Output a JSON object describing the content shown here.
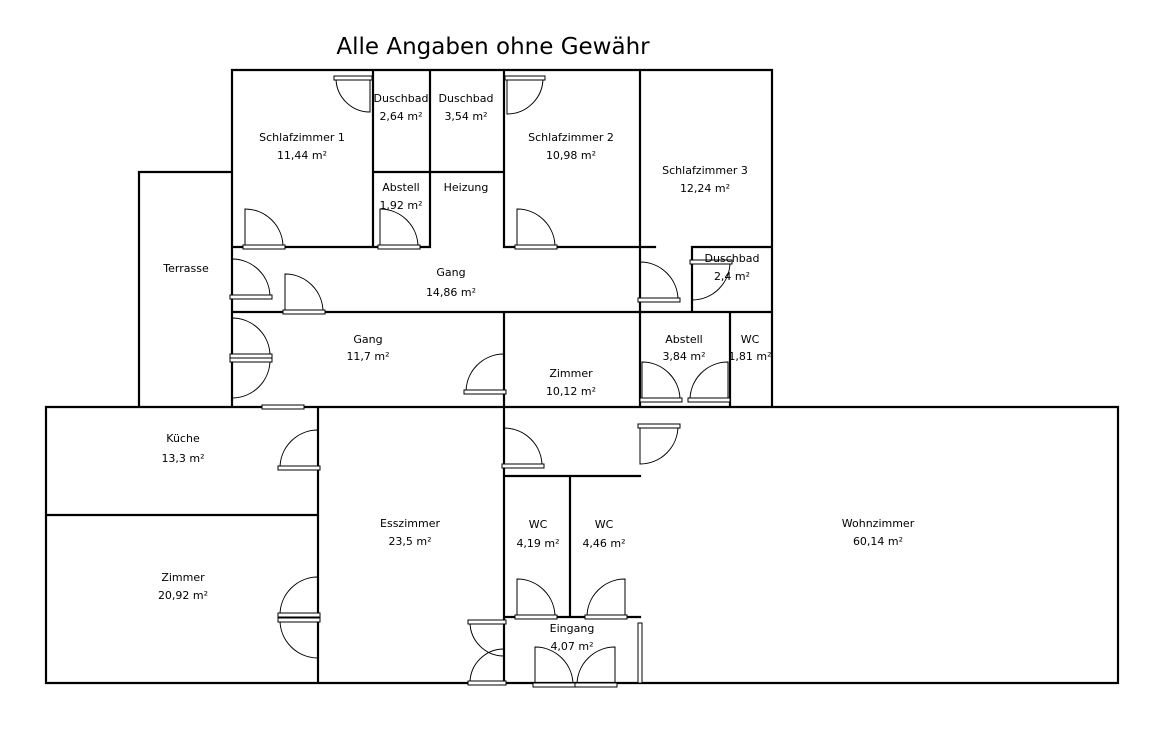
{
  "title": "Alle Angaben ohne Gewähr",
  "rooms": {
    "schlafzimmer1": {
      "name": "Schlafzimmer 1",
      "area": "11,44 m²"
    },
    "duschbad1": {
      "name": "Duschbad",
      "area": "2,64 m²"
    },
    "duschbad2": {
      "name": "Duschbad",
      "area": "3,54 m²"
    },
    "schlafzimmer2": {
      "name": "Schlafzimmer 2",
      "area": "10,98 m²"
    },
    "schlafzimmer3": {
      "name": "Schlafzimmer 3",
      "area": "12,24 m²"
    },
    "abstell1": {
      "name": "Abstell",
      "area": "1,92 m²"
    },
    "heizung": {
      "name": "Heizung"
    },
    "terrasse": {
      "name": "Terrasse"
    },
    "gang1": {
      "name": "Gang",
      "area": "14,86 m²"
    },
    "duschbad3": {
      "name": "Duschbad",
      "area": "2,4 m²"
    },
    "gang2": {
      "name": "Gang",
      "area": "11,7 m²"
    },
    "zimmer1": {
      "name": "Zimmer",
      "area": "10,12 m²"
    },
    "abstell2": {
      "name": "Abstell",
      "area": "3,84 m²"
    },
    "wc1": {
      "name": "WC",
      "area": "1,81 m²"
    },
    "kueche": {
      "name": "Küche",
      "area": "13,3 m²"
    },
    "zimmer2": {
      "name": "Zimmer",
      "area": "20,92 m²"
    },
    "esszimmer": {
      "name": "Esszimmer",
      "area": "23,5 m²"
    },
    "wc2": {
      "name": "WC",
      "area": "4,19 m²"
    },
    "wc3": {
      "name": "WC",
      "area": "4,46 m²"
    },
    "eingang": {
      "name": "Eingang",
      "area": "4,07 m²"
    },
    "wohnzimmer": {
      "name": "Wohnzimmer",
      "area": "60,14 m²"
    }
  }
}
